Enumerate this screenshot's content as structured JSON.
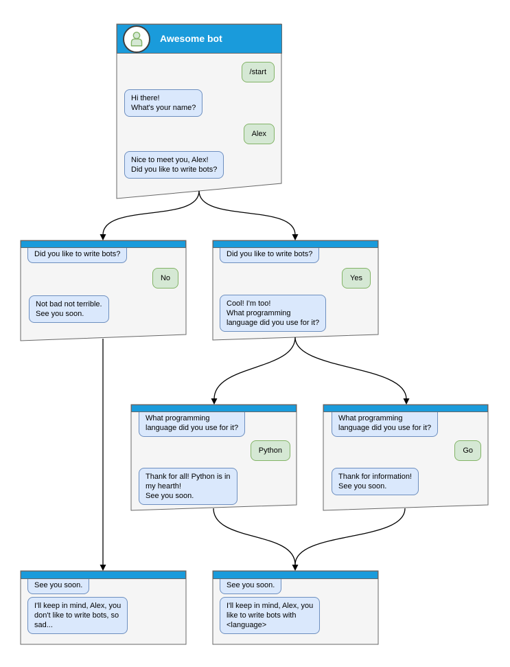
{
  "palette": {
    "header_blue": "#1A9BDB",
    "window_fill": "#F5F5F5",
    "window_border": "#666666",
    "bot_bubble_fill": "#DAE8FC",
    "bot_bubble_border": "#6C8EBF",
    "user_bubble_fill": "#D5E8D4",
    "user_bubble_border": "#82B366"
  },
  "main_window": {
    "title": "Awesome bot",
    "messages": {
      "start_command": "/start",
      "greeting": "Hi there!\nWhat's your name?",
      "user_name": "Alex",
      "ask_bots": "Nice to meet you, Alex!\nDid you like to write bots?"
    }
  },
  "no_branch": {
    "question": "Did you like to write bots?",
    "answer": "No",
    "reply": "Not bad not terrible.\nSee you soon."
  },
  "yes_branch": {
    "question": "Did you like to write bots?",
    "answer": "Yes",
    "reply": "Cool! I'm too!\nWhat programming\nlanguage did you use for it?"
  },
  "python_branch": {
    "question": "What programming\nlanguage did you use for it?",
    "answer": "Python",
    "reply": "Thank for all! Python is in\nmy hearth!\nSee you soon."
  },
  "go_branch": {
    "question": "What programming\nlanguage did you use for it?",
    "answer": "Go",
    "reply": "Thank for information!\nSee you soon."
  },
  "end_no": {
    "question": "See you soon.",
    "reply": "I'll keep in mind, Alex, you\ndon't like to write bots, so\nsad..."
  },
  "end_yes": {
    "question": "See you soon.",
    "reply": "I'll keep in mind, Alex, you\nlike to write bots with\n<language>"
  }
}
